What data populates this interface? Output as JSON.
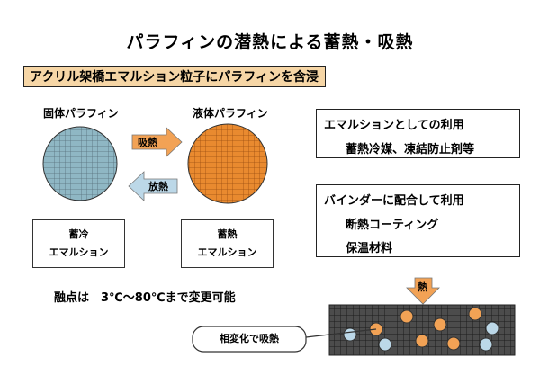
{
  "title": "パラフィンの潜熱による蓄熱・吸熱",
  "banner": "アクリル架橋エマルション粒子にパラフィンを含浸",
  "solid": {
    "label": "固体パラフィン",
    "color": "#8fb7c4"
  },
  "liquid": {
    "label": "液体パラフィン",
    "color": "#e98a2f"
  },
  "arrows": {
    "absorb": "吸熱",
    "release": "放熱",
    "heat": "熱"
  },
  "cold_box": {
    "line1": "蓄冷",
    "line2": "エマルション"
  },
  "heat_box": {
    "line1": "蓄熱",
    "line2": "エマルション"
  },
  "melting_note": "融点は　3℃～80℃まで変更可能",
  "emulsion_box": {
    "title": "エマルションとしての利用",
    "item": "蓄熱冷媒、凍結防止剤等"
  },
  "binder_box": {
    "title": "バインダーに配合して利用",
    "items": [
      "断熱コーティング",
      "保温材料"
    ]
  },
  "callout": "相変化で吸熱",
  "colors": {
    "banner_bg": "#f6d6a6",
    "arrow_orange": "#f2a255",
    "arrow_blue": "#bcd8e8",
    "grid_bg": "#4c4c4c"
  }
}
